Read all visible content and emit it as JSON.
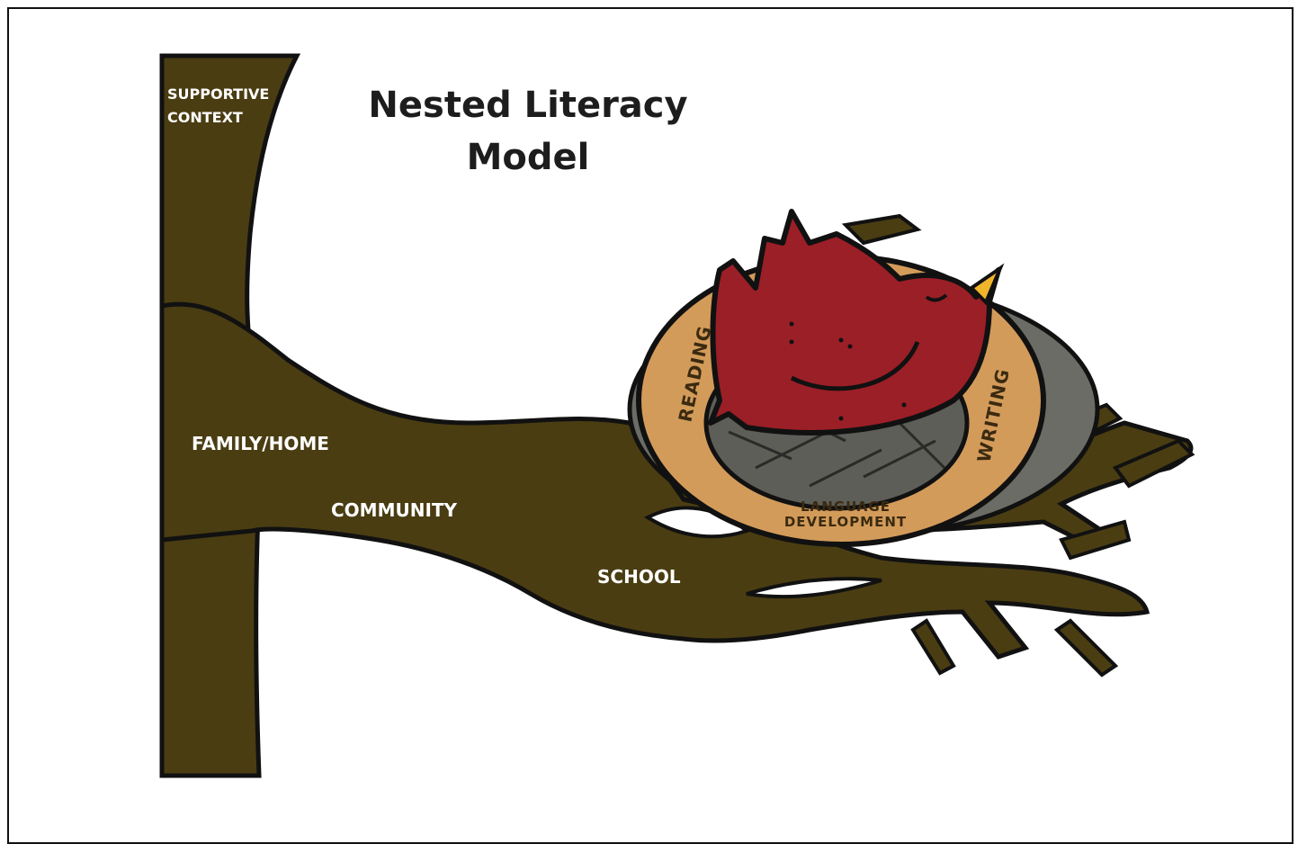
{
  "title": {
    "line1": "Nested Literacy",
    "line2": "Model"
  },
  "tree_labels": {
    "supportive_line1": "SUPPORTIVE",
    "supportive_line2": "CONTEXT",
    "family": "FAMILY/HOME",
    "community": "COMMUNITY",
    "school": "SCHOOL"
  },
  "ring_labels": {
    "reading": "READING",
    "writing": "WRITING",
    "language_line1": "LANGUAGE",
    "language_line2": "DEVELOPMENT"
  },
  "colors": {
    "bark": "#4a3d12",
    "outline": "#111111",
    "ring": "#d39b5a",
    "bird": "#9b1f27",
    "beak": "#f0b52a",
    "nest": "#6c6c66"
  }
}
